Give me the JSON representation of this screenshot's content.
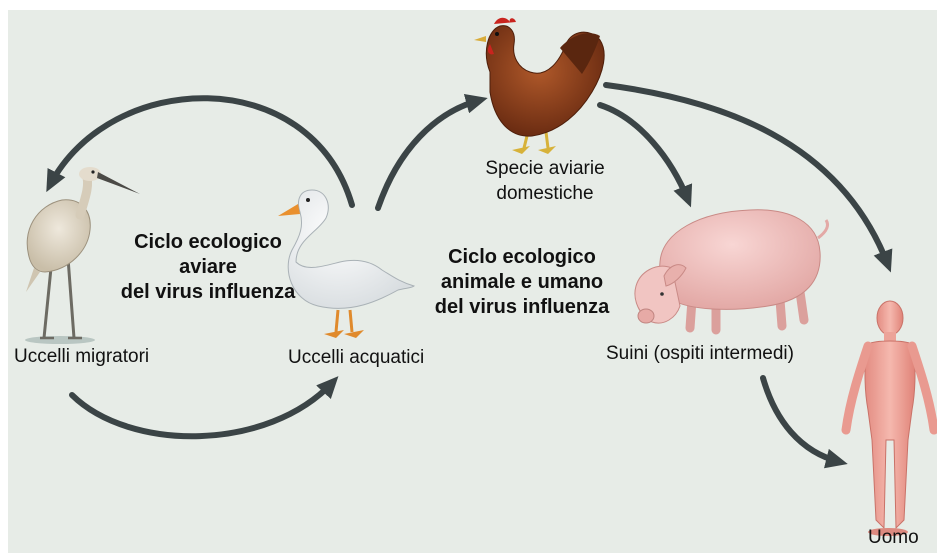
{
  "cycles": {
    "avian": {
      "line1": "Ciclo ecologico",
      "line2": "aviare",
      "line3": "del virus influenza"
    },
    "animal_human": {
      "line1": "Ciclo ecologico",
      "line2": "animale e umano",
      "line3": "del virus influenza"
    }
  },
  "labels": {
    "migratory_birds": "Uccelli migratori",
    "water_birds": "Uccelli acquatici",
    "domestic_birds_line1": "Specie aviarie",
    "domestic_birds_line2": "domestiche",
    "pigs": "Suini (ospiti intermedi)",
    "human": "Uomo"
  },
  "colors": {
    "background": "#e7ece7",
    "arrow": "#3b4446",
    "heron": "#dcd3c2",
    "duck": "#f7f7f7",
    "hen": "#8a3f1a",
    "pig": "#f0c3c1",
    "human": "#efa49a"
  }
}
